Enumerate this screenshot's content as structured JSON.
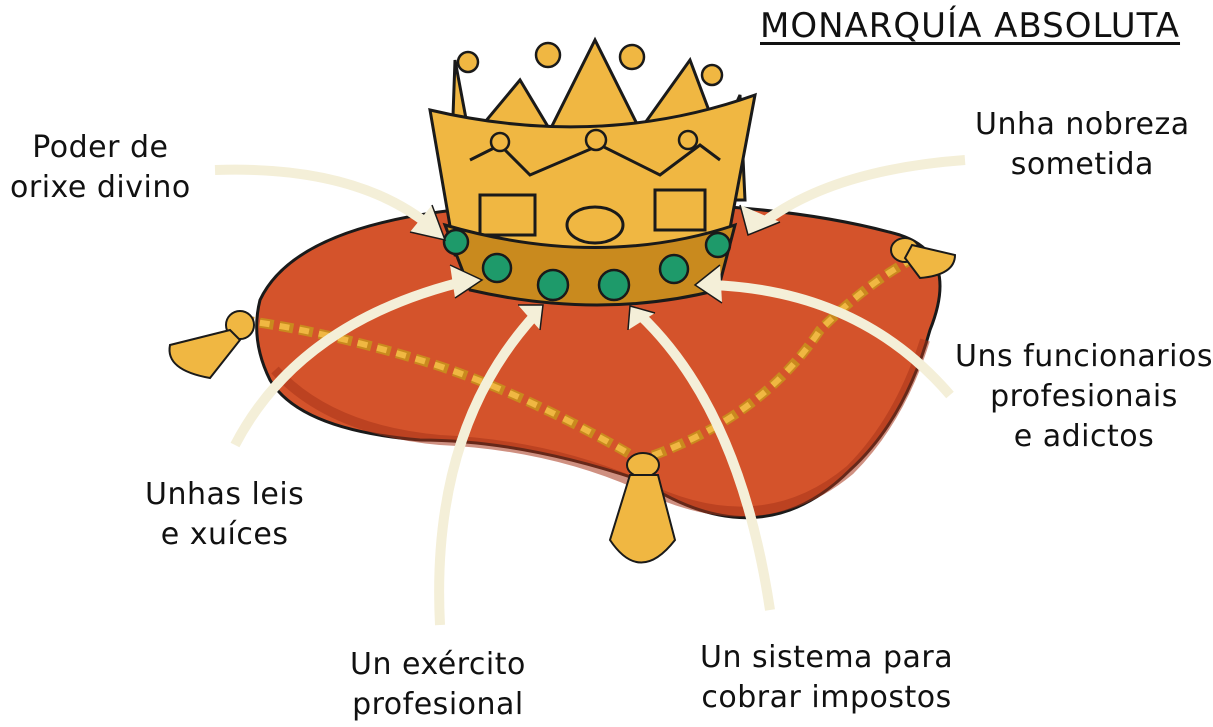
{
  "title": "MONARQUÍA ABSOLUTA",
  "labels": {
    "divine": [
      "Poder de",
      "orixe divino"
    ],
    "nobility": [
      "Unha nobreza",
      "sometida"
    ],
    "officials": [
      "Uns funcionarios",
      "profesionais",
      "e adictos"
    ],
    "laws": [
      "Unhas leis",
      "e xuíces"
    ],
    "army": [
      "Un exército",
      "profesional"
    ],
    "taxes": [
      "Un sistema para",
      "cobrar impostos"
    ]
  },
  "colors": {
    "cushion": "#d4532b",
    "cushion_dark": "#a8341a",
    "gold": "#f0b742",
    "gold_dark": "#c98a1e",
    "gem": "#1e9a6a",
    "arrow": "#f4efd8",
    "outline": "#1a1a1a"
  },
  "icons": [
    "crown-icon",
    "cushion-icon"
  ]
}
